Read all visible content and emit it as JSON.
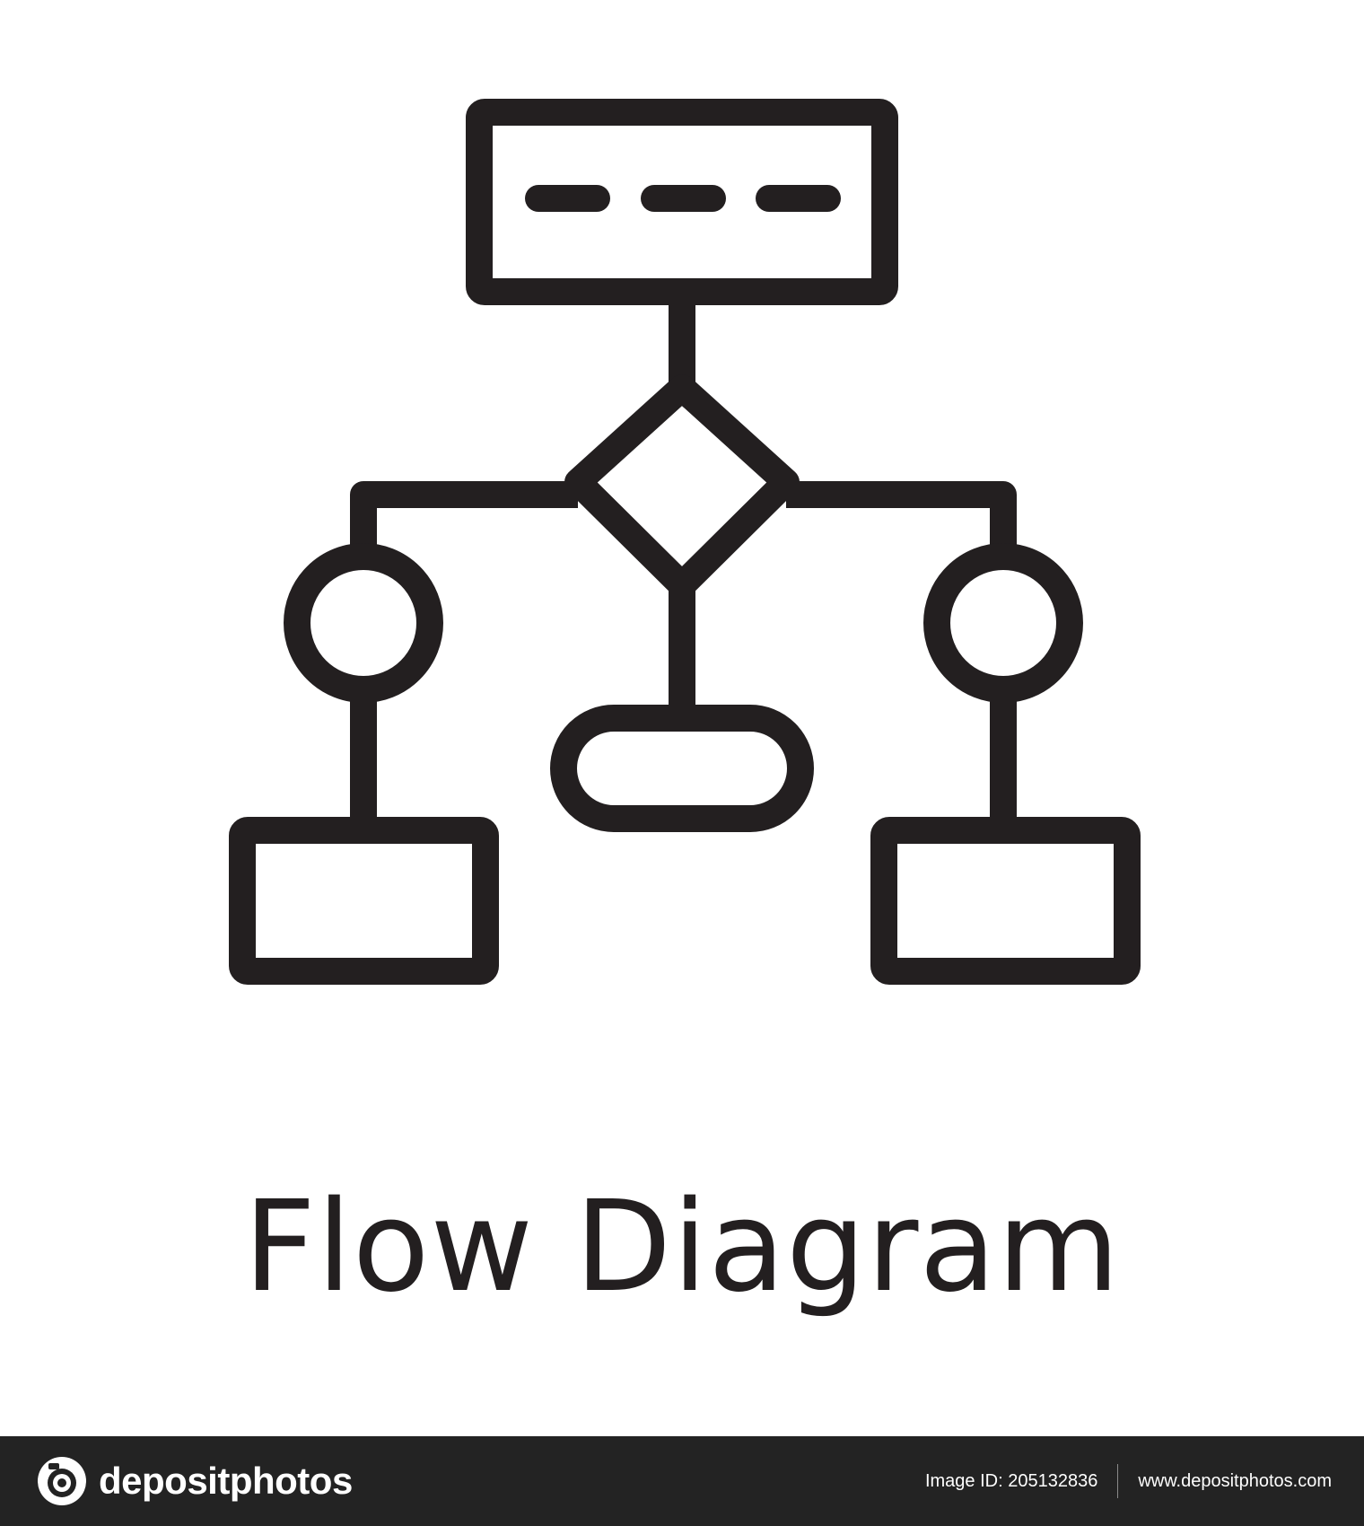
{
  "icon": {
    "name": "flow-diagram-icon",
    "stroke_color": "#231f20"
  },
  "caption": "Flow Diagram",
  "footer": {
    "background_color": "#232323",
    "brand_name": "depositphotos",
    "image_id": "Image ID: 205132836",
    "site": "www.depositphotos.com"
  }
}
